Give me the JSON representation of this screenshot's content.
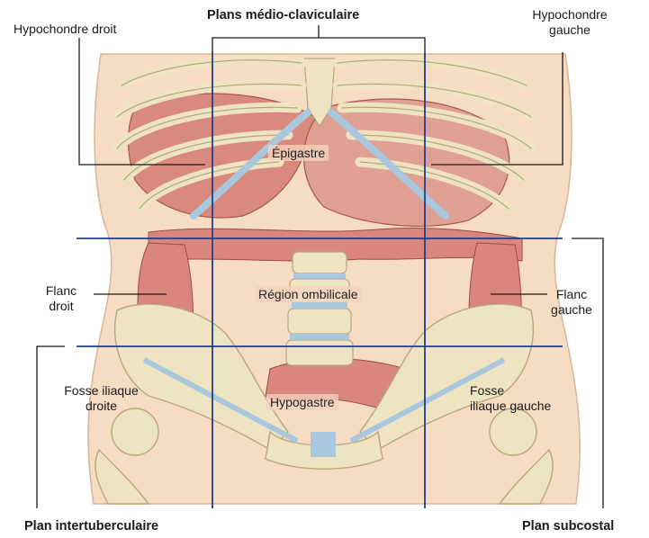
{
  "colors": {
    "plane_line": "#1f3f8a",
    "leader_line": "#1a1a1a",
    "skin": "#f6dcc3",
    "bone": "#eee4c2",
    "bone_edge": "#b7a77a",
    "cartilage": "#a9c8dd",
    "liver": "#d98a7c",
    "stomach": "#e0a094",
    "colon": "#d9877e",
    "label_bg": "#f3d2c0"
  },
  "labels": {
    "top_title": "Plans médio-claviculaire",
    "hypochondre_droit": "Hypochondre droit",
    "hypochondre_gauche_line1": "Hypochondre",
    "hypochondre_gauche_line2": "gauche",
    "epigastre": "Épigastre",
    "flanc_droit_line1": "Flanc",
    "flanc_droit_line2": "droit",
    "region_ombilicale": "Région ombilicale",
    "flanc_gauche_line1": "Flanc",
    "flanc_gauche_line2": "gauche",
    "fosse_iliaque_droite_line1": "Fosse iliaque",
    "fosse_iliaque_droite_line2": "droite",
    "hypogastre": "Hypogastre",
    "fosse_iliaque_gauche_line1": "Fosse",
    "fosse_iliaque_gauche_line2": "iliaque gauche",
    "plan_intertuberculaire": "Plan intertuberculaire",
    "plan_subcostal": "Plan subcostal"
  }
}
